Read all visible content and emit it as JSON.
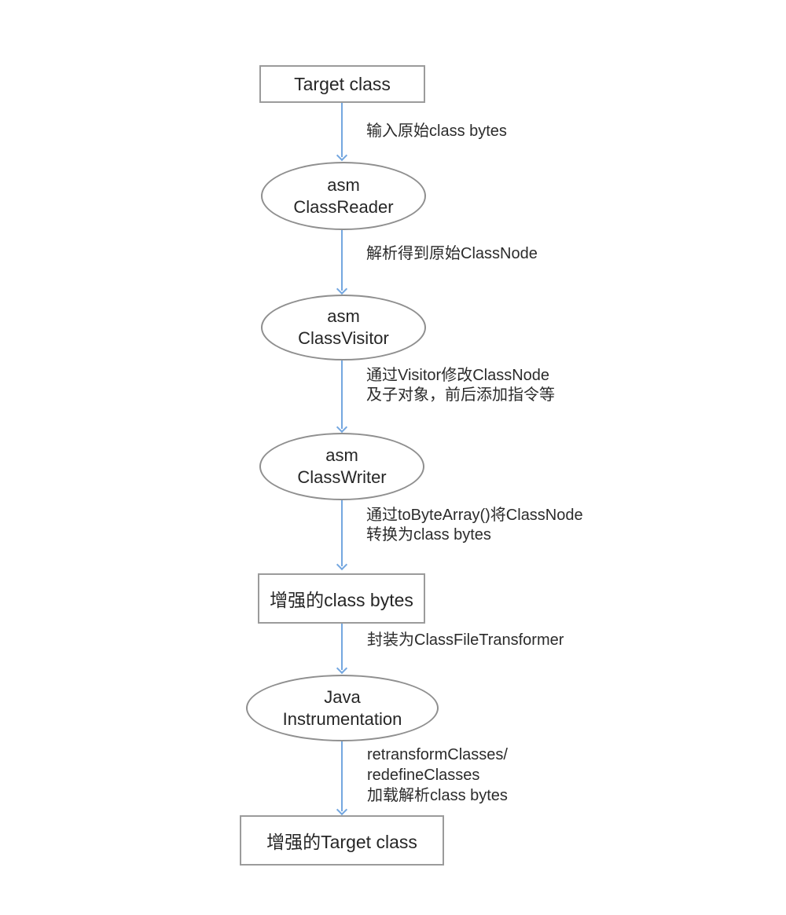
{
  "diagram": {
    "title_hint": "ASM bytecode enhancement flow",
    "colors": {
      "arrow": "#74a7e0",
      "shape_border": "#9b9b9b",
      "text": "#262626",
      "background": "#ffffff"
    },
    "nodes": {
      "target_class": {
        "label": "Target class"
      },
      "class_reader": {
        "line1": "asm",
        "line2": "ClassReader"
      },
      "class_visitor": {
        "line1": "asm",
        "line2": "ClassVisitor"
      },
      "class_writer": {
        "line1": "asm",
        "line2": "ClassWriter"
      },
      "enhanced_bytes": {
        "label": "增强的class bytes"
      },
      "java_instrumentation": {
        "line1": "Java",
        "line2": "Instrumentation"
      },
      "enhanced_target": {
        "label": "增强的Target class"
      }
    },
    "edges": {
      "input_bytes": {
        "line1": "输入原始class bytes"
      },
      "parse_classnode": {
        "line1": "解析得到原始ClassNode"
      },
      "visitor_modify": {
        "line1": "通过Visitor修改ClassNode",
        "line2": "及子对象，前后添加指令等"
      },
      "to_byte_array": {
        "line1": "通过toByteArray()将ClassNode",
        "line2": "转换为class bytes"
      },
      "wrap_transformer": {
        "line1": "封装为ClassFileTransformer"
      },
      "retransform": {
        "line1": "retransformClasses/",
        "line2": "redefineClasses",
        "line3": "加载解析class bytes"
      }
    }
  }
}
